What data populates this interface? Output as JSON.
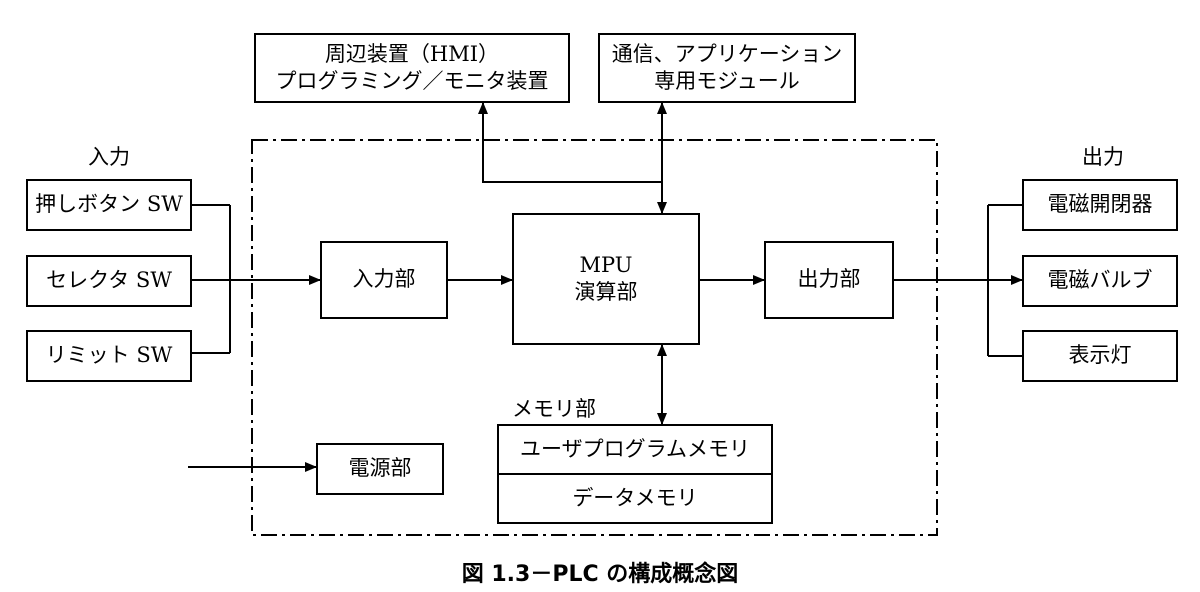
{
  "labels": {
    "input": "入力",
    "output": "出力",
    "memory": "メモリ部"
  },
  "inputs": [
    "押しボタン SW",
    "セレクタ SW",
    "リミット SW"
  ],
  "outputs": [
    "電磁開閉器",
    "電磁バルブ",
    "表示灯"
  ],
  "peripherals": {
    "hmi": {
      "line1": "周辺装置（HMI）",
      "line2": "プログラミング／モニタ装置"
    },
    "comm": {
      "line1": "通信、アプリケーション",
      "line2": "専用モジュール"
    }
  },
  "blocks": {
    "input_unit": "入力部",
    "mpu": {
      "line1": "MPU",
      "line2": "演算部"
    },
    "output_unit": "出力部",
    "power": "電源部",
    "user_program_memory": "ユーザプログラムメモリ",
    "data_memory": "データメモリ"
  },
  "caption": "図 1.3－PLC の構成概念図"
}
